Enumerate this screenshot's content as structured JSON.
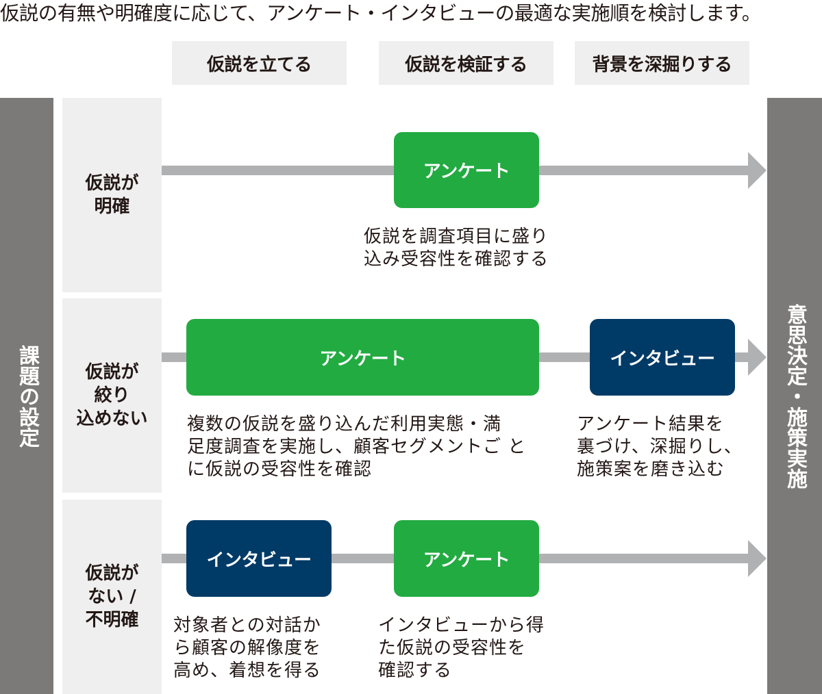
{
  "title": "仮説の有無や明確度に応じて、アンケート・インタビューの最適な実施順を検討します。",
  "phases": [
    "仮説を立てる",
    "仮説を検証する",
    "背景を深掘りする"
  ],
  "left_bar": "課題の設定",
  "right_bar": "意思決定・施策実施",
  "colors": {
    "survey": "#22ab41",
    "interview": "#003a66",
    "bar": "#7b7a78",
    "arrow": "#b0b1b3",
    "label_bg": "#efefef"
  },
  "rows": [
    {
      "label": "仮説が\n明確",
      "steps": [
        {
          "type": "survey",
          "label": "アンケート",
          "desc": "仮説を調査項目に盛り\n込み受容性を確認する"
        }
      ]
    },
    {
      "label": "仮説が\n絞り\n込めない",
      "steps": [
        {
          "type": "survey",
          "label": "アンケート",
          "desc": "複数の仮説を盛り込んだ利用実態・満\n足度調査を実施し、顧客セグメントご と\nに仮説の受容性を確認"
        },
        {
          "type": "interview",
          "label": "インタビュー",
          "desc": "アンケート結果を\n裏づけ、深掘りし、\n施策案を磨き込む"
        }
      ]
    },
    {
      "label": "仮説が\nない /\n不明確",
      "steps": [
        {
          "type": "interview",
          "label": "インタビュー",
          "desc": "対象者との対話か\nら顧客の解像度を\n高め、着想を得る"
        },
        {
          "type": "survey",
          "label": "アンケート",
          "desc": "インタビューから得\nた仮説の受容性を\n確認する"
        }
      ]
    }
  ]
}
